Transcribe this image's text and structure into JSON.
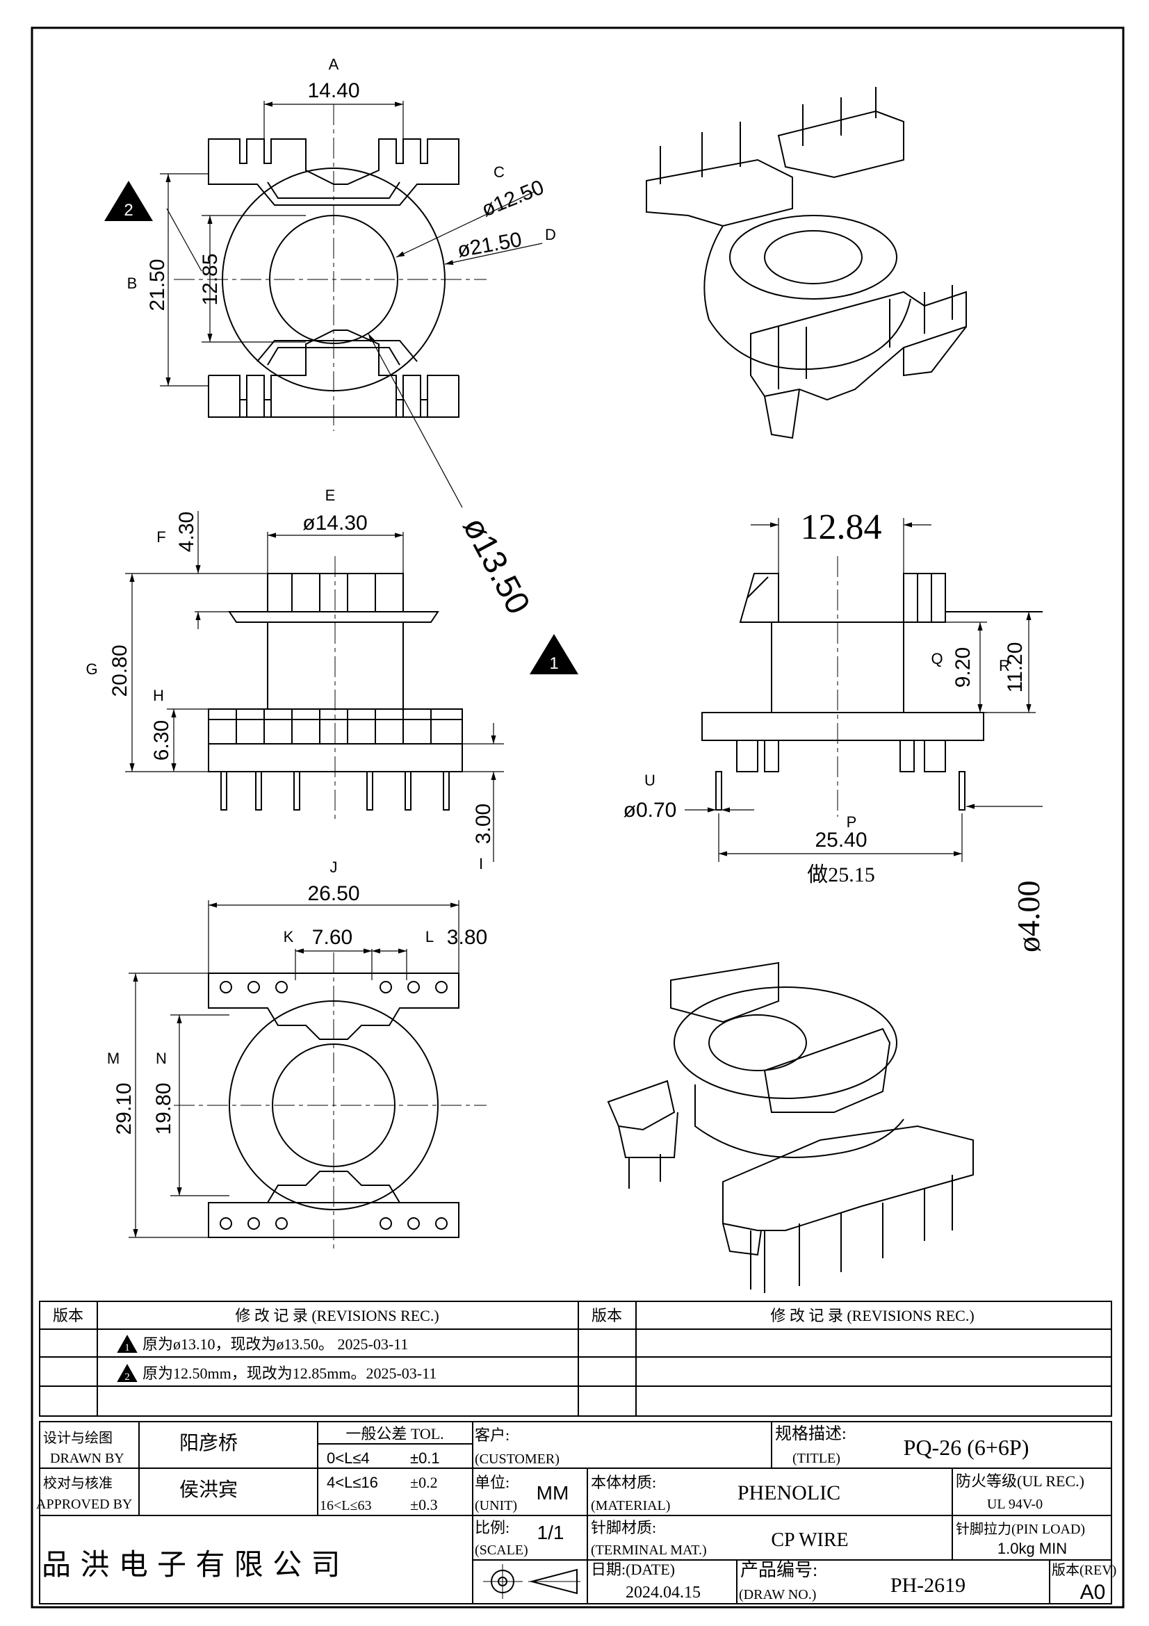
{
  "dimensions": {
    "A": "A",
    "a_val": "14.40",
    "B": "B",
    "b_val": "21.50",
    "C": "C",
    "c_val": "ø12.50",
    "D": "D",
    "d_val": "ø21.50",
    "h_val": "12.85",
    "phi1350": "ø13.50",
    "E": "E",
    "e_val": "ø14.30",
    "F": "F",
    "f_val": "4.30",
    "G": "G",
    "g_val": "20.80",
    "H": "H",
    "h2_val": "6.30",
    "I": "I",
    "i_val": "3.00",
    "w1284": "12.84",
    "Q": "Q",
    "q_val": "9.20",
    "R": "R",
    "r_val": "11.20",
    "U": "U",
    "u_val": "ø0.70",
    "P": "P",
    "p_val": "25.40",
    "p_note": "做25.15",
    "phi4": "ø4.00",
    "J": "J",
    "j_val": "26.50",
    "K": "K",
    "k_val": "7.60",
    "L": "L",
    "l_val": "3.80",
    "M": "M",
    "m_val": "29.10",
    "N": "N",
    "n_val": "19.80",
    "rev1": "1",
    "rev2": "2"
  },
  "revisions": {
    "head_ver": "版本",
    "head_rec": "修 改 记 录 (REVISIONS REC.)",
    "rows": [
      {
        "mark": "1",
        "text": "原为ø13.10，现改为ø13.50。 2025-03-11"
      },
      {
        "mark": "2",
        "text": "原为12.50mm，现改为12.85mm。2025-03-11"
      }
    ]
  },
  "titleblock": {
    "drawn_cn": "设计与绘图",
    "drawn_en": "DRAWN BY",
    "drawn_name": "阳彦桥",
    "approved_cn": "校对与核准",
    "approved_en": "APPROVED BY",
    "approved_name": "侯洪宾",
    "tol_title": "一般公差 TOL.",
    "tol_rows": [
      {
        "range": "0<L≤4",
        "val": "±0.1"
      },
      {
        "range": "4<L≤16",
        "val": "±0.2"
      },
      {
        "range": "16<L≤63",
        "val": "±0.3"
      }
    ],
    "customer_cn": "客户:",
    "customer_en": "(CUSTOMER)",
    "title_cn": "规格描述:",
    "title_en": "(TITLE)",
    "title_val": "PQ-26 (6+6P)",
    "unit_cn": "单位:",
    "unit_en": "(UNIT)",
    "unit_val": "MM",
    "material_cn": "本体材质:",
    "material_en": "(MATERIAL)",
    "material_val": "PHENOLIC",
    "ul_cn": "防火等级(UL REC.)",
    "ul_val": "UL 94V-0",
    "scale_cn": "比例:",
    "scale_en": "(SCALE)",
    "scale_val": "1/1",
    "terminal_cn": "针脚材质:",
    "terminal_en": "(TERMINAL MAT.)",
    "terminal_val": "CP WIRE",
    "pin_cn": "针脚拉力(PIN LOAD)",
    "pin_val": "1.0kg MIN",
    "company": "品 洪 电 子 有 限 公 司",
    "date_cn": "日期:(DATE)",
    "date_val": "2024.04.15",
    "drawno_cn": "产品编号:",
    "drawno_en": "(DRAW NO.)",
    "drawno_val": "PH-2619",
    "rev_cn": "版本(REV)",
    "rev_val": "A0"
  }
}
